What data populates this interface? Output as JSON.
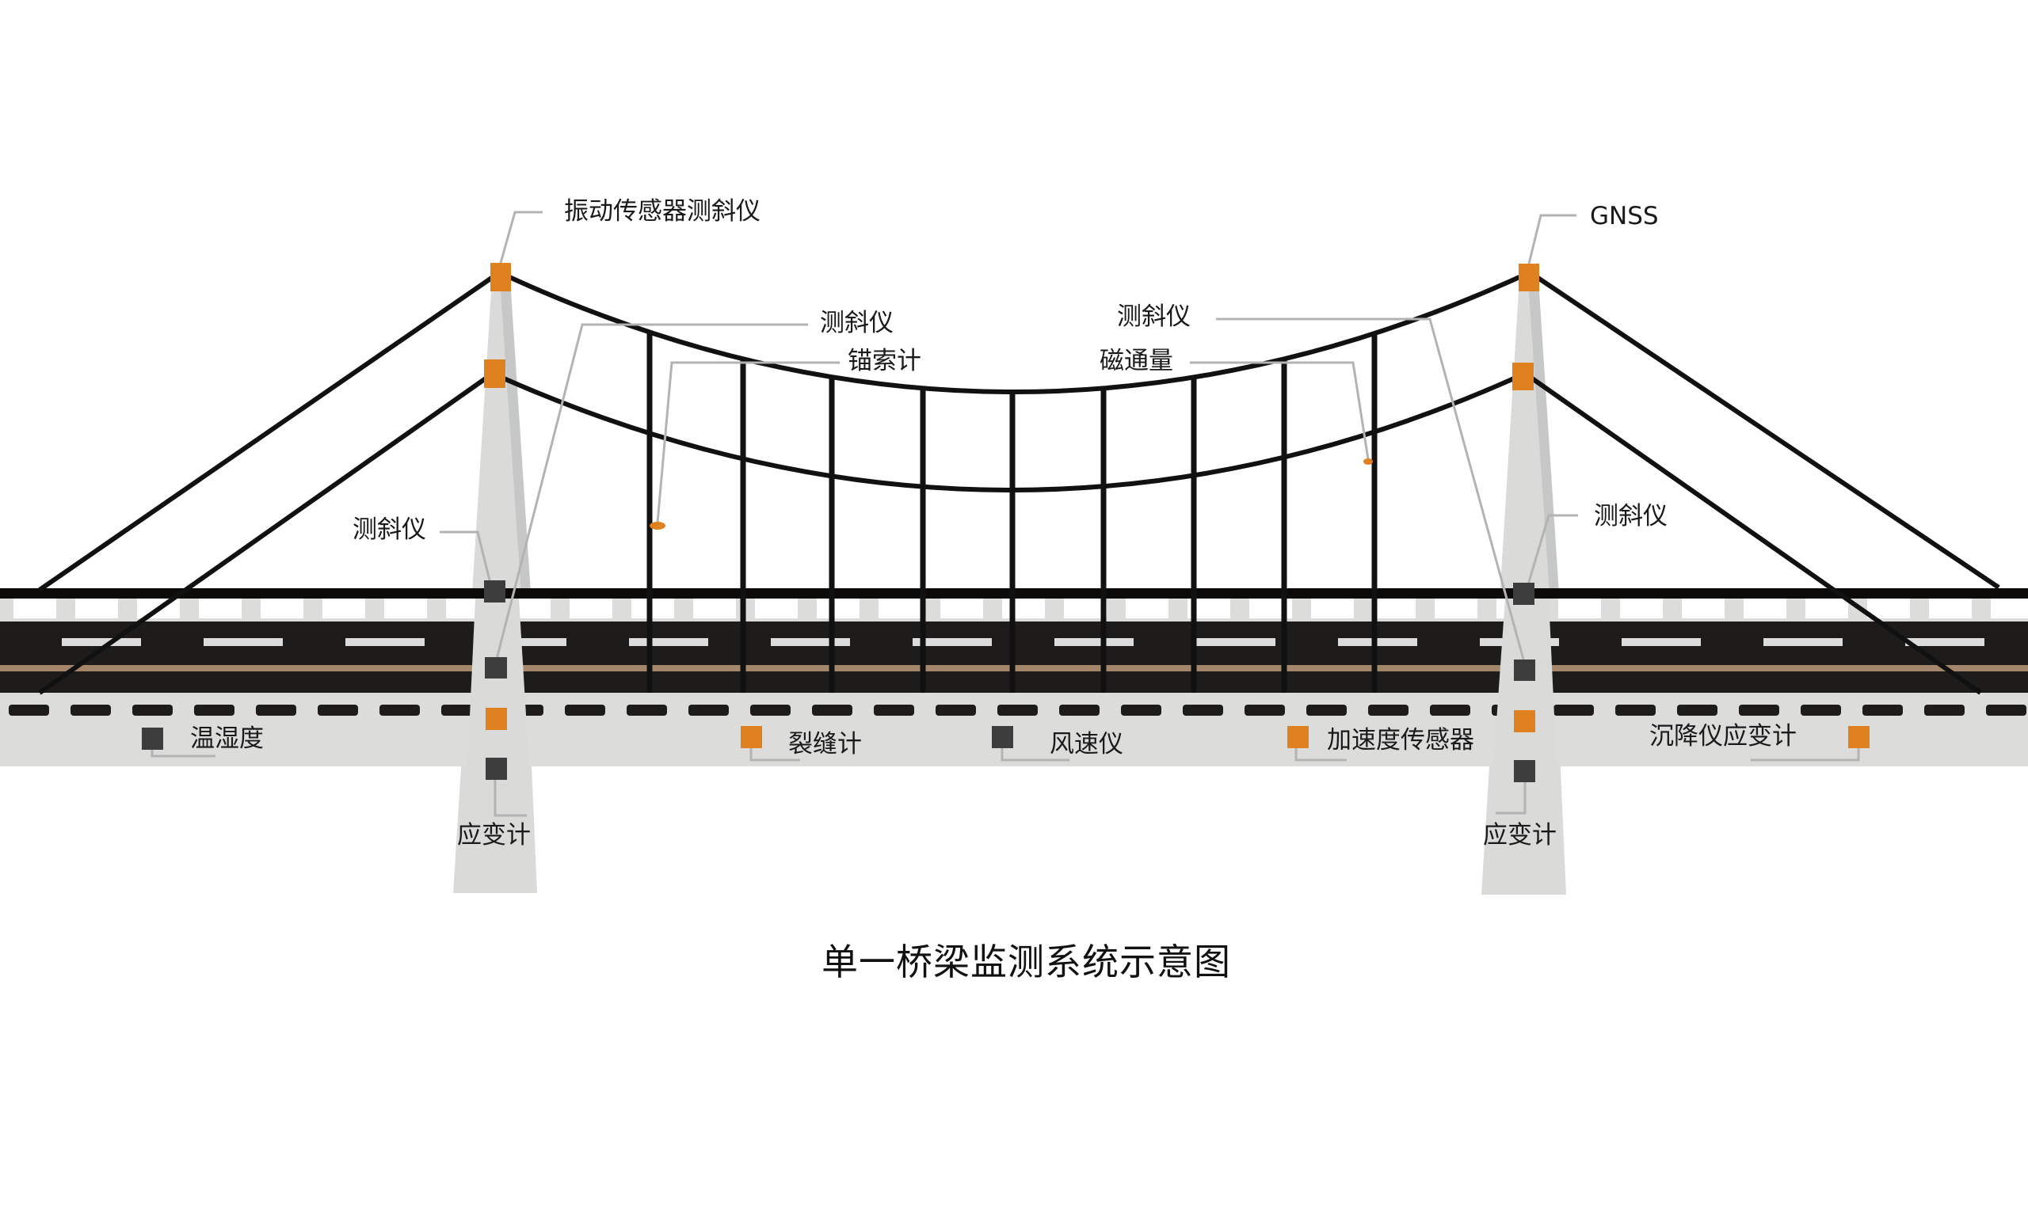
{
  "diagram": {
    "title": "单一桥梁监测系统示意图",
    "colors": {
      "background": "#ffffff",
      "sensor_orange": "#E0811F",
      "sensor_dark": "#3d3d3d",
      "cable": "#111111",
      "road": "#1e1c1a",
      "road_stripe_tan": "#A4866A",
      "deck_light": "#dcdcdb",
      "pylon_light": "#dadad9",
      "pylon_shadow": "#c6c7c7",
      "leader_line": "#b3b3b3",
      "lane_marking": "#dcdcdc"
    },
    "labels": {
      "top_left_pylon": "振动传感器测斜仪",
      "top_right_pylon": "GNSS",
      "left_cable_inclinometer": "测斜仪",
      "anchor_cable_meter": "锚索计",
      "right_cable_inclinometer": "测斜仪",
      "magnetic_flux": "磁通量",
      "left_pylon_inclinometer": "测斜仪",
      "right_pylon_inclinometer": "测斜仪",
      "temp_humidity": "温湿度",
      "crack_meter": "裂缝计",
      "anemometer": "风速仪",
      "accelerometer": "加速度传感器",
      "settlement_strain": "沉降仪应变计",
      "left_strain_gauge": "应变计",
      "right_strain_gauge": "应变计"
    },
    "legend_semantics": {
      "orange_square": "sensor",
      "dark_square": "sensor"
    }
  }
}
